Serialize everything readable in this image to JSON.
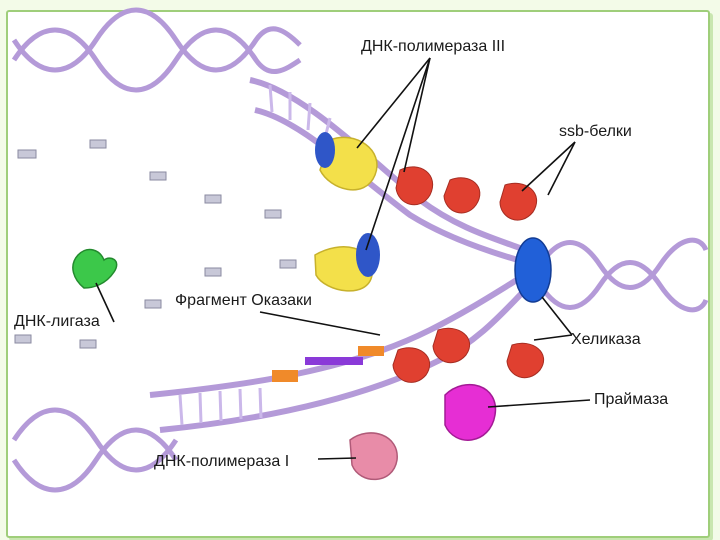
{
  "labels": {
    "dna_polymerase_3": "ДНК-полимераза III",
    "ssb_proteins": "ssb-белки",
    "fragment_okazaki": "Фрагмент Оказаки",
    "dna_ligase": "ДНК-лигаза",
    "helicase": "Хеликаза",
    "primase": "Праймаза",
    "dna_polymerase_1": "ДНК-полимераза I"
  },
  "colors": {
    "background": "#f3fbe8",
    "panel_border": "#9fce7a",
    "dna_strand": "#b49ad8",
    "dna_rung": "#cbb8ea",
    "polymerase3": "#f3e04a",
    "clamp": "#2f56c8",
    "ssb": "#e04030",
    "helicase": "#2160d8",
    "primase": "#e62ed4",
    "ligase": "#3cc84a",
    "polymerase1": "#e88ca8",
    "primer": "#f08a2a",
    "okazaki_rna": "#8a3ad8",
    "nucleotide": "#c8c8d8"
  },
  "icons": [
    "dna-double-helix",
    "replication-fork",
    "nucleotide"
  ]
}
